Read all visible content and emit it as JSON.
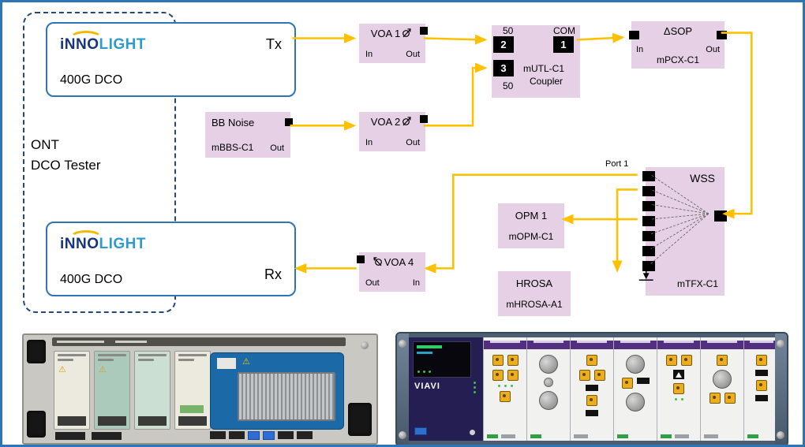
{
  "diagram": {
    "tester": {
      "line1": "ONT",
      "line2": "DCO Tester"
    },
    "logo": {
      "part1": "iNNO",
      "part2": "LIGHT"
    },
    "tx_module": {
      "model": "400G DCO",
      "port": "Tx"
    },
    "rx_module": {
      "model": "400G DCO",
      "port": "Rx"
    },
    "voa1": {
      "title": "VOA 1",
      "in_label": "In",
      "out_label": "Out"
    },
    "voa2": {
      "title": "VOA 2",
      "in_label": "In",
      "out_label": "Out"
    },
    "voa4": {
      "title": "VOA 4",
      "in_label": "In",
      "out_label": "Out"
    },
    "bb_noise": {
      "title": "BB Noise",
      "model": "mBBS-C1",
      "out_label": "Out"
    },
    "coupler": {
      "ratio_top": "50",
      "com_label": "COM",
      "port1": "1",
      "port2": "2",
      "port3": "3",
      "model": "mUTL-C1",
      "name": "Coupler",
      "ratio_bottom": "50"
    },
    "sop_scrambler": {
      "title": "ΔSOP",
      "model": "mPCX-C1",
      "in_label": "In",
      "out_label": "Out"
    },
    "wss": {
      "title": "WSS",
      "model": "mTFX-C1",
      "port_label": "Port 1"
    },
    "opm": {
      "title": "OPM 1",
      "model": "mOPM-C1"
    },
    "hrosa": {
      "title": "HROSA",
      "model": "mHROSA-A1"
    },
    "connections": [
      {
        "from": "Tx",
        "to": "VOA 1 In"
      },
      {
        "from": "VOA 1 Out",
        "to": "Coupler port 2"
      },
      {
        "from": "Coupler COM port 1",
        "to": "ΔSOP In"
      },
      {
        "from": "ΔSOP Out",
        "to": "WSS common port"
      },
      {
        "from": "BB Noise Out",
        "to": "VOA 2 In"
      },
      {
        "from": "VOA 2 Out",
        "to": "Coupler port 3"
      },
      {
        "from": "WSS Port 1",
        "to": "VOA 4 In"
      },
      {
        "from": "VOA 4 Out",
        "to": "Rx"
      },
      {
        "from": "WSS",
        "to": "HROSA"
      },
      {
        "from": "WSS",
        "to": "OPM 1"
      }
    ]
  },
  "hardware": {
    "brand": "VIAVI"
  },
  "colors": {
    "frame_border": "#2E75B6",
    "signal_line": "#FFC000",
    "module_fill": "#E5D0E5",
    "port_fill": "#000000",
    "dut_border": "#26477E"
  }
}
